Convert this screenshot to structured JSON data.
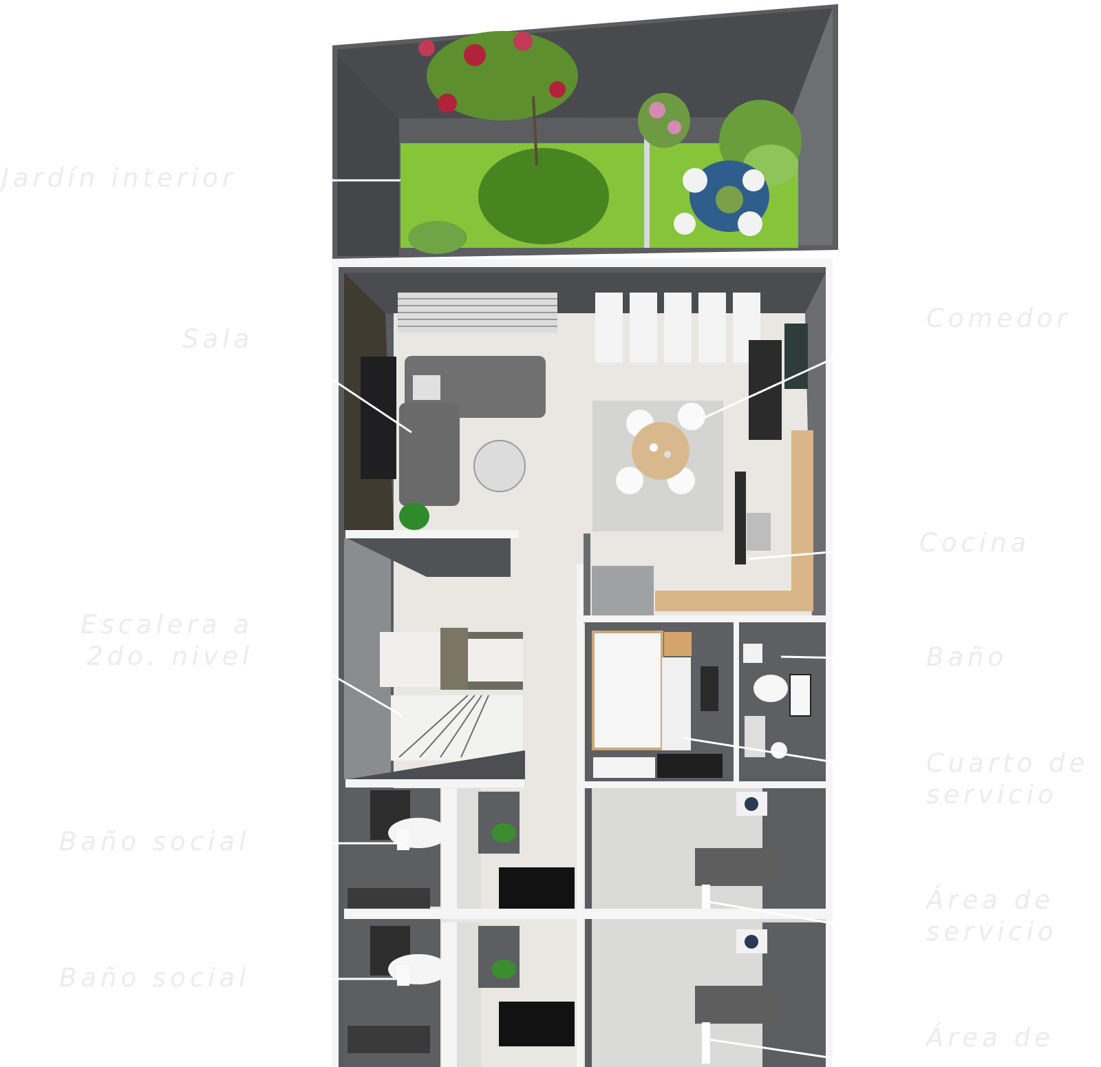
{
  "labels": {
    "jardin": "Jardín interior",
    "sala": "Sala",
    "comedor": "Comedor",
    "cocina": "Cocina",
    "escalera_line1": "Escalera a",
    "escalera_line2": "2do. nivel",
    "bano": "Baño",
    "cuarto_line1": "Cuarto de",
    "cuarto_line2": "servicio",
    "bano_social_1": "Baño social",
    "bano_social_2": "Baño social",
    "area1_line1": "Área de",
    "area1_line2": "servicio",
    "area2_line1": "Área de"
  },
  "colors": {
    "wall": "#585a5f",
    "floor": "#e8e7e2",
    "lawn": "#7cbf32",
    "wood": "#d9b688",
    "sofa": "#707070",
    "label_text": "#ececec",
    "leader": "#ffffff"
  }
}
